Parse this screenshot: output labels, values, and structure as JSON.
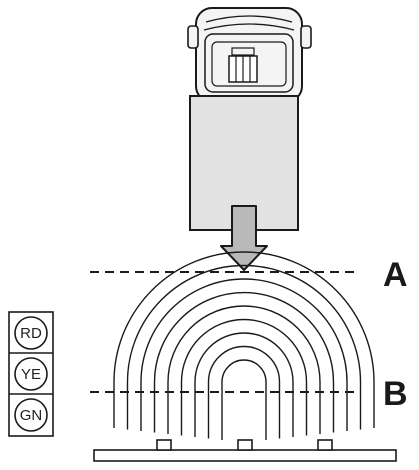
{
  "zones": [
    {
      "label": "A"
    },
    {
      "label": "B"
    }
  ],
  "indicator_lamps": [
    {
      "label": "RD"
    },
    {
      "label": "YE"
    },
    {
      "label": "GN"
    }
  ],
  "colors": {
    "stroke": "#1a1a1a",
    "cargo_body_fill": "#e2e2e2",
    "cab_fill": "#f4f4f4",
    "arrow_fill": "#b9b9b9"
  },
  "icons": [
    "truck-top-view-icon",
    "down-arrow-icon",
    "ultrasonic-sensor-icon"
  ]
}
